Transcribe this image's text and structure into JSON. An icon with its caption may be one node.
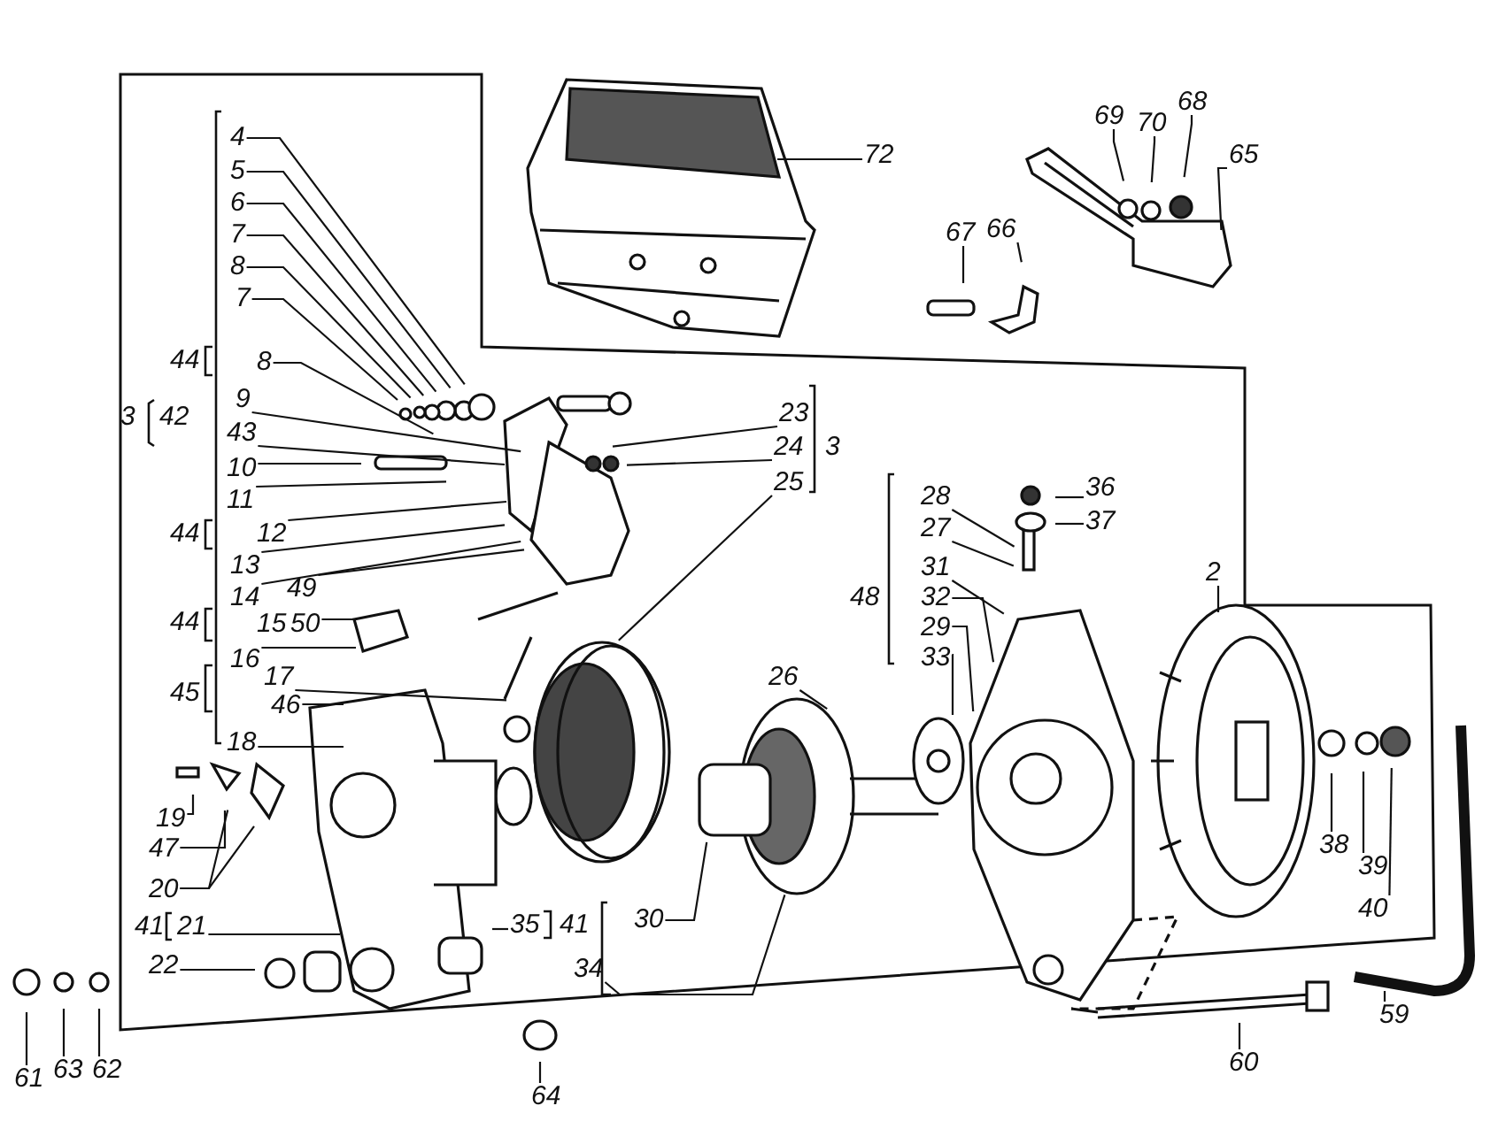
{
  "diagram": {
    "nodes": [
      {
        "text": [
          "72"
        ]
      },
      {
        "text": [
          "69"
        ]
      },
      {
        "text": [
          "70"
        ]
      },
      {
        "text": [
          "68"
        ]
      },
      {
        "text": [
          "65"
        ]
      },
      {
        "text": [
          "67"
        ]
      },
      {
        "text": [
          "66"
        ]
      },
      {
        "text": [
          "4"
        ]
      },
      {
        "text": [
          "5"
        ]
      },
      {
        "text": [
          "6"
        ]
      },
      {
        "text": [
          "7"
        ]
      },
      {
        "text": [
          "8"
        ]
      },
      {
        "text": [
          "7"
        ]
      },
      {
        "text": [
          "8"
        ]
      },
      {
        "text": [
          "9"
        ]
      },
      {
        "text": [
          "43"
        ]
      },
      {
        "text": [
          "10"
        ]
      },
      {
        "text": [
          "11"
        ]
      },
      {
        "text": [
          "12"
        ]
      },
      {
        "text": [
          "13"
        ]
      },
      {
        "text": [
          "14"
        ]
      },
      {
        "text": [
          "49"
        ]
      },
      {
        "text": [
          "15"
        ]
      },
      {
        "text": [
          "50"
        ]
      },
      {
        "text": [
          "16"
        ]
      },
      {
        "text": [
          "17"
        ]
      },
      {
        "text": [
          "46"
        ]
      },
      {
        "text": [
          "18"
        ]
      },
      {
        "text": [
          "19"
        ]
      },
      {
        "text": [
          "47"
        ]
      },
      {
        "text": [
          "20"
        ]
      },
      {
        "text": [
          "21"
        ]
      },
      {
        "text": [
          "22"
        ]
      },
      {
        "text": [
          "35"
        ]
      },
      {
        "text": [
          "30"
        ]
      },
      {
        "text": [
          "34"
        ]
      },
      {
        "text": [
          "23"
        ]
      },
      {
        "text": [
          "24"
        ]
      },
      {
        "text": [
          "25"
        ]
      },
      {
        "text": [
          "26"
        ]
      },
      {
        "text": [
          "28"
        ]
      },
      {
        "text": [
          "27"
        ]
      },
      {
        "text": [
          "31"
        ]
      },
      {
        "text": [
          "32"
        ]
      },
      {
        "text": [
          "29"
        ]
      },
      {
        "text": [
          "33"
        ]
      },
      {
        "text": [
          "36"
        ]
      },
      {
        "text": [
          "37"
        ]
      },
      {
        "text": [
          "2"
        ]
      },
      {
        "text": [
          "38"
        ]
      },
      {
        "text": [
          "39"
        ]
      },
      {
        "text": [
          "40"
        ]
      },
      {
        "text": [
          "59"
        ]
      },
      {
        "text": [
          "60"
        ]
      },
      {
        "text": [
          "61"
        ]
      },
      {
        "text": [
          "63"
        ]
      },
      {
        "text": [
          "62"
        ]
      },
      {
        "text": [
          "64"
        ]
      }
    ],
    "edges": [
      {
        "from": 0,
        "to": null,
        "arrow": "none"
      },
      {
        "from": 1,
        "to": null,
        "arrow": "none"
      },
      {
        "from": 2,
        "to": null,
        "arrow": "none"
      },
      {
        "from": 3,
        "to": null,
        "arrow": "none"
      },
      {
        "from": 4,
        "to": null,
        "arrow": "none"
      },
      {
        "from": 5,
        "to": null,
        "arrow": "none"
      },
      {
        "from": 6,
        "to": null,
        "arrow": "none"
      },
      {
        "from": 7,
        "to": null,
        "arrow": "none"
      },
      {
        "from": 8,
        "to": null,
        "arrow": "none"
      },
      {
        "from": 9,
        "to": null,
        "arrow": "none"
      },
      {
        "from": 10,
        "to": null,
        "arrow": "none"
      },
      {
        "from": 11,
        "to": null,
        "arrow": "none"
      },
      {
        "from": 12,
        "to": null,
        "arrow": "none"
      },
      {
        "from": 13,
        "to": null,
        "arrow": "none"
      },
      {
        "from": 14,
        "to": null,
        "arrow": "none"
      },
      {
        "from": 15,
        "to": null,
        "arrow": "none"
      },
      {
        "from": 16,
        "to": null,
        "arrow": "none"
      },
      {
        "from": 17,
        "to": null,
        "arrow": "none"
      },
      {
        "from": 18,
        "to": null,
        "arrow": "none"
      },
      {
        "from": 19,
        "to": null,
        "arrow": "none"
      },
      {
        "from": 20,
        "to": null,
        "arrow": "none"
      },
      {
        "from": 21,
        "to": null,
        "arrow": "none"
      },
      {
        "from": 23,
        "to": null,
        "arrow": "none"
      },
      {
        "from": 24,
        "to": null,
        "arrow": "none"
      },
      {
        "from": 25,
        "to": null,
        "arrow": "none"
      },
      {
        "from": 26,
        "to": null,
        "arrow": "none"
      },
      {
        "from": 27,
        "to": null,
        "arrow": "none"
      },
      {
        "from": 28,
        "to": null,
        "arrow": "none"
      },
      {
        "from": 29,
        "to": null,
        "arrow": "none"
      },
      {
        "from": 30,
        "to": null,
        "arrow": "none"
      },
      {
        "from": 30,
        "to": null,
        "arrow": "none"
      },
      {
        "from": 31,
        "to": null,
        "arrow": "none"
      },
      {
        "from": 32,
        "to": null,
        "arrow": "none"
      },
      {
        "from": 33,
        "to": null,
        "arrow": "none"
      },
      {
        "from": 34,
        "to": null,
        "arrow": "none"
      },
      {
        "from": 35,
        "to": null,
        "arrow": "none"
      },
      {
        "from": 36,
        "to": null,
        "arrow": "none"
      },
      {
        "from": 37,
        "to": null,
        "arrow": "none"
      },
      {
        "from": 38,
        "to": null,
        "arrow": "none"
      },
      {
        "from": 39,
        "to": null,
        "arrow": "none"
      },
      {
        "from": 40,
        "to": null,
        "arrow": "none"
      },
      {
        "from": 41,
        "to": null,
        "arrow": "none"
      },
      {
        "from": 42,
        "to": null,
        "arrow": "none"
      },
      {
        "from": 43,
        "to": null,
        "arrow": "none"
      },
      {
        "from": 44,
        "to": null,
        "arrow": "none"
      },
      {
        "from": 45,
        "to": null,
        "arrow": "none"
      },
      {
        "from": 46,
        "to": null,
        "arrow": "none"
      },
      {
        "from": 47,
        "to": null,
        "arrow": "none"
      },
      {
        "from": 48,
        "to": null,
        "arrow": "none"
      },
      {
        "from": 49,
        "to": null,
        "arrow": "none"
      },
      {
        "from": 50,
        "to": null,
        "arrow": "none"
      },
      {
        "from": 51,
        "to": null,
        "arrow": "none"
      },
      {
        "from": 52,
        "to": null,
        "arrow": "none"
      },
      {
        "from": 53,
        "to": null,
        "arrow": "none"
      },
      {
        "from": 54,
        "to": null,
        "arrow": "none"
      },
      {
        "from": 55,
        "to": null,
        "arrow": "none"
      },
      {
        "from": 56,
        "to": null,
        "arrow": "none"
      },
      {
        "from": 57,
        "to": null,
        "arrow": "none"
      }
    ],
    "labels": [
      "3",
      "42",
      "44",
      "44",
      "44",
      "45",
      "41",
      "41",
      "3",
      "48"
    ]
  }
}
